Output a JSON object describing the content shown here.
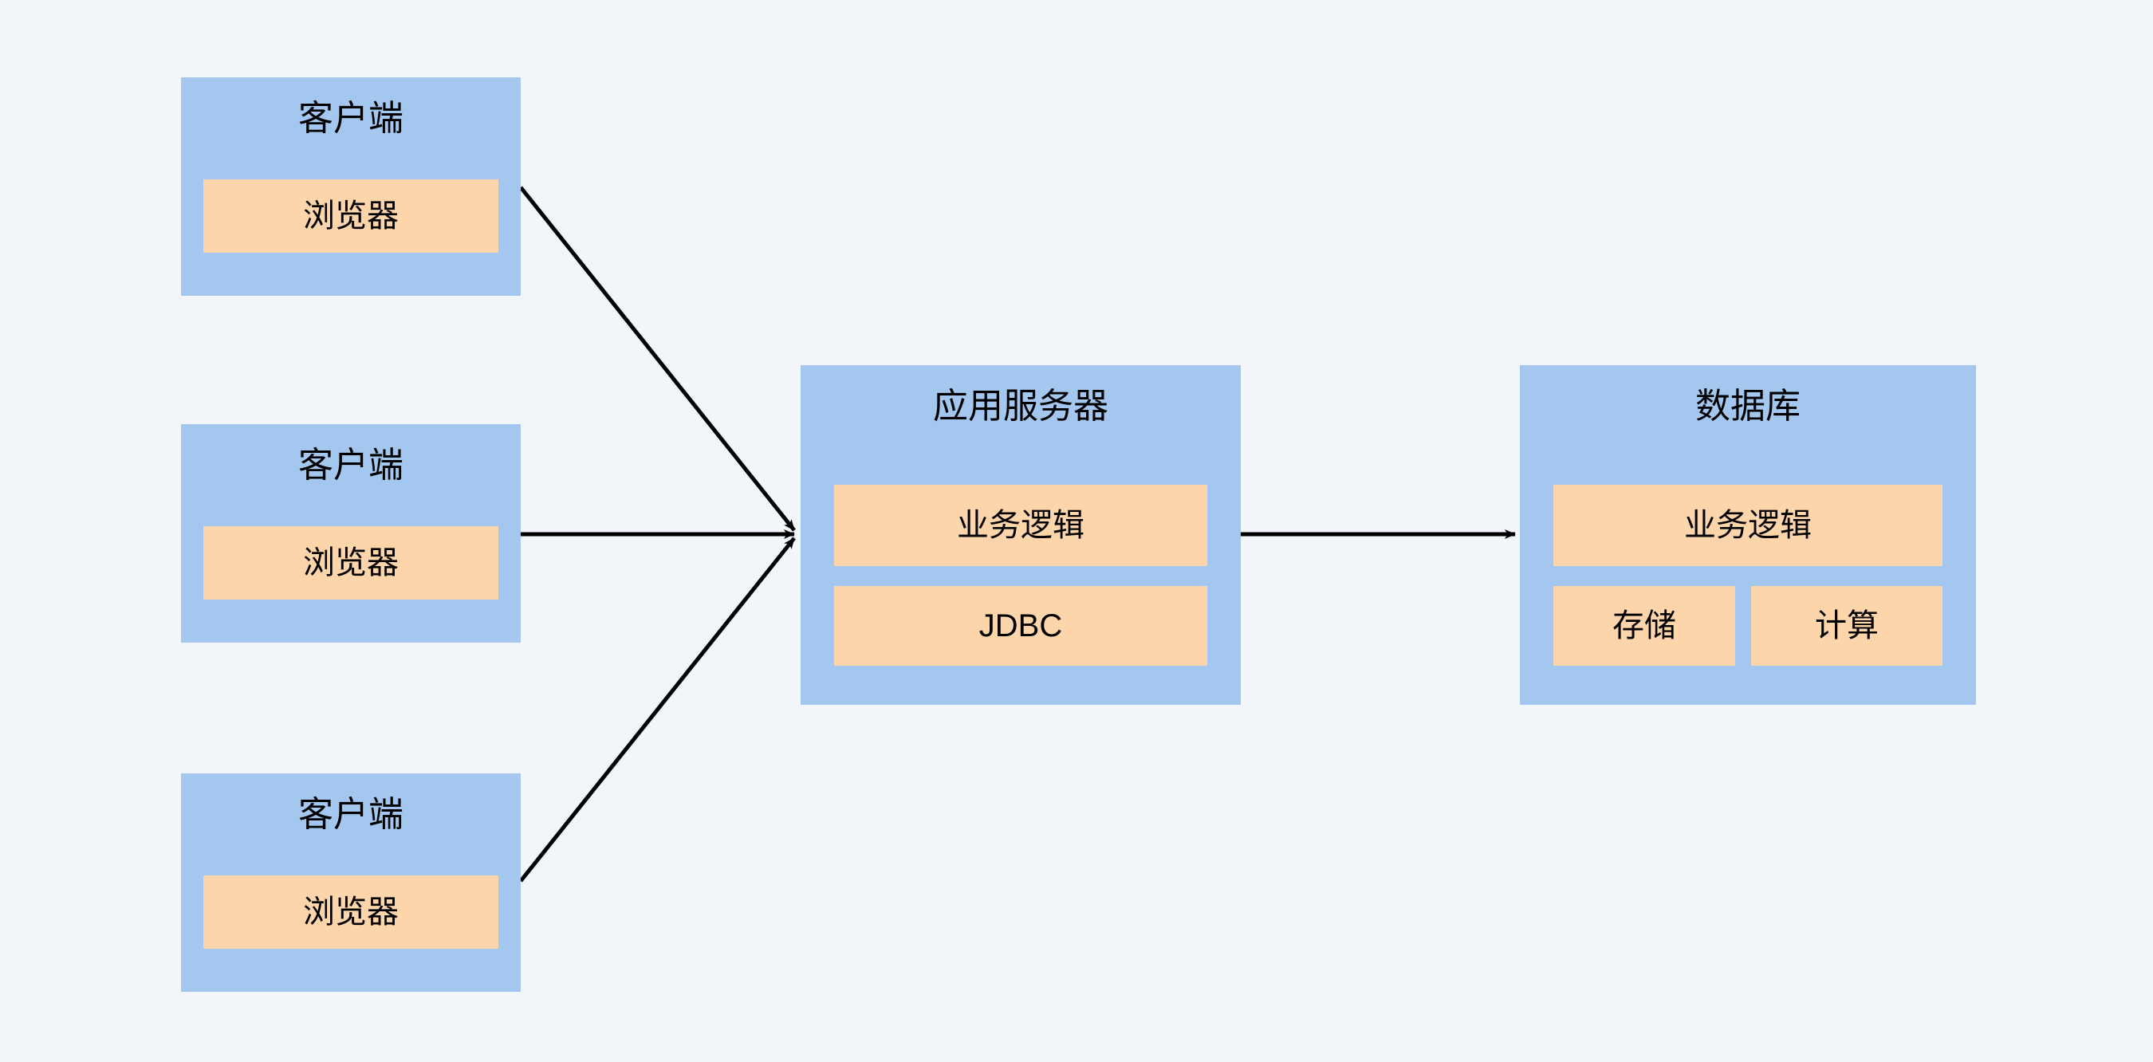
{
  "diagram": {
    "type": "architecture-flow",
    "background_color": "#f2f5fa",
    "node_color": "#a4c7ef",
    "sub_color": "#fcd5ab",
    "edge_color": "#000000",
    "clients": [
      {
        "title": "客户端",
        "components": [
          "浏览器"
        ]
      },
      {
        "title": "客户端",
        "components": [
          "浏览器"
        ]
      },
      {
        "title": "客户端",
        "components": [
          "浏览器"
        ]
      }
    ],
    "app_server": {
      "title": "应用服务器",
      "components": [
        "业务逻辑",
        "JDBC"
      ]
    },
    "database": {
      "title": "数据库",
      "components": [
        "业务逻辑",
        "存储",
        "计算"
      ]
    },
    "edges": [
      {
        "from": "客户端",
        "to": "应用服务器"
      },
      {
        "from": "客户端",
        "to": "应用服务器"
      },
      {
        "from": "客户端",
        "to": "应用服务器"
      },
      {
        "from": "应用服务器",
        "to": "数据库"
      }
    ]
  }
}
